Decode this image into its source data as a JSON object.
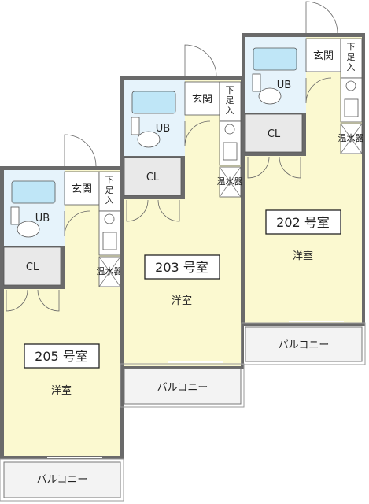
{
  "units": [
    {
      "room_number": "205 号室",
      "genkan": "玄関",
      "geta_top": "下",
      "geta_mid": "足",
      "geta_bottom": "入",
      "bathroom": "UB",
      "closet": "CL",
      "water_heater": "温水器",
      "main_room": "洋室",
      "balcony": "バルコニー"
    },
    {
      "room_number": "203 号室",
      "genkan": "玄関",
      "geta_top": "下",
      "geta_mid": "足",
      "geta_bottom": "入",
      "bathroom": "UB",
      "closet": "CL",
      "water_heater": "温水器",
      "main_room": "洋室",
      "balcony": "バルコニー"
    },
    {
      "room_number": "202 号室",
      "genkan": "玄関",
      "geta_top": "下",
      "geta_mid": "足",
      "geta_bottom": "入",
      "bathroom": "UB",
      "closet": "CL",
      "water_heater": "温水器",
      "main_room": "洋室",
      "balcony": "バルコニー"
    }
  ],
  "colors": {
    "room_floor": "#fbf9d0",
    "bathroom_floor": "#e6f3fb",
    "closet_fill": "#e9e9e9",
    "wall": "#6a6a6a"
  }
}
